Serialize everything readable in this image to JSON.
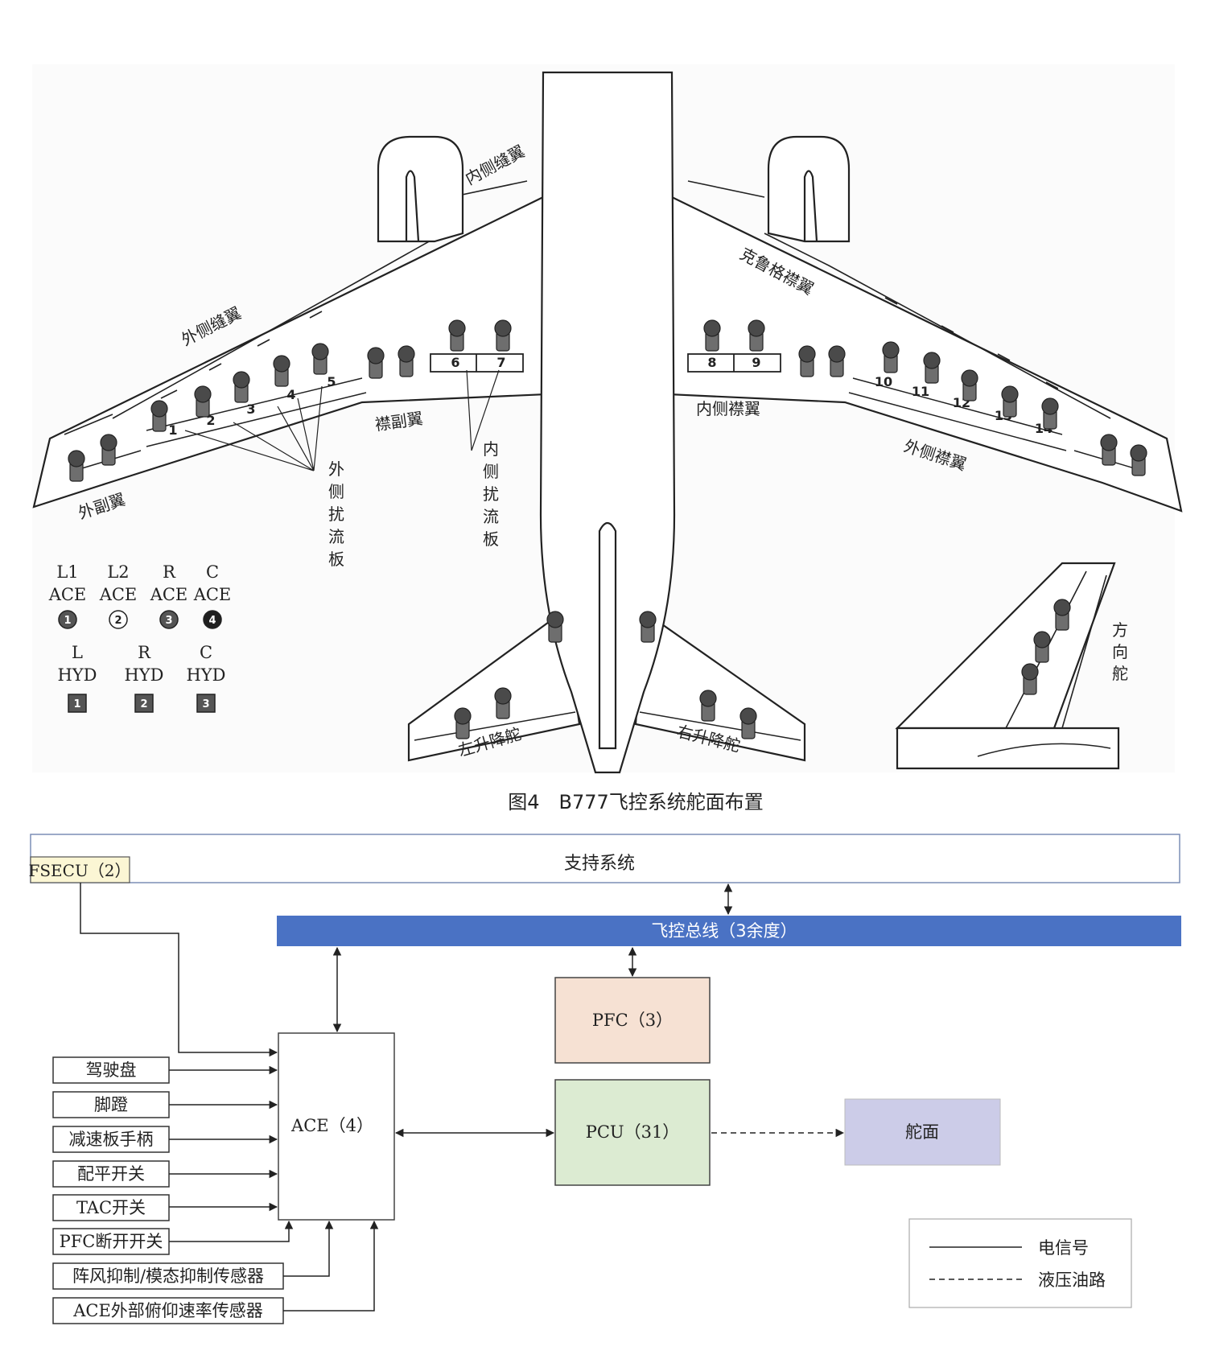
{
  "figure": {
    "caption": "图4　B777飞控系统舵面布置",
    "labels": {
      "inboard_slat": "内侧缝翼",
      "krueger_flap": "克鲁格襟翼",
      "outboard_slat": "外侧缝翼",
      "outboard_aileron": "外副翼",
      "flaperon": "襟副翼",
      "inboard_flap_left": "内侧襟翼",
      "outboard_flap": "外侧襟翼",
      "outboard_spoiler": "外侧扰流板",
      "inboard_spoiler": "内侧扰流板",
      "rudder": "方向舵",
      "left_elevator": "左升降舵",
      "right_elevator": "右升降舵"
    },
    "spoiler_numbers": [
      "1",
      "2",
      "3",
      "4",
      "5",
      "6",
      "7",
      "8",
      "9",
      "10",
      "11",
      "12",
      "13",
      "14"
    ],
    "legend_ace": [
      {
        "line1": "L1",
        "line2": "ACE",
        "symbol": "1"
      },
      {
        "line1": "L2",
        "line2": "ACE",
        "symbol": "2"
      },
      {
        "line1": "R",
        "line2": "ACE",
        "symbol": "3"
      },
      {
        "line1": "C",
        "line2": "ACE",
        "symbol": "4"
      }
    ],
    "legend_hyd": [
      {
        "line1": "L",
        "line2": "HYD",
        "symbol": "1"
      },
      {
        "line1": "R",
        "line2": "HYD",
        "symbol": "2"
      },
      {
        "line1": "C",
        "line2": "HYD",
        "symbol": "3"
      }
    ]
  },
  "block_diagram": {
    "support_system": "支持系统",
    "fsecu": "FSECU（2）",
    "bus": "飞控总线（3余度）",
    "pfc": "PFC（3）",
    "ace": "ACE（4）",
    "pcu": "PCU（31）",
    "surface": "舵面",
    "inputs": [
      "驾驶盘",
      "脚蹬",
      "减速板手柄",
      "配平开关",
      "TAC开关",
      "PFC断开开关",
      "阵风抑制/模态抑制传感器",
      "ACE外部俯仰速率传感器"
    ],
    "legend": {
      "electric": "电信号",
      "hydraulic": "液压油路"
    },
    "colors": {
      "bus": "#4a72c4",
      "pfc": "#f6e1d3",
      "pcu": "#dcebd2",
      "surface": "#cccce8",
      "fsecu": "#fbf6d4"
    }
  }
}
